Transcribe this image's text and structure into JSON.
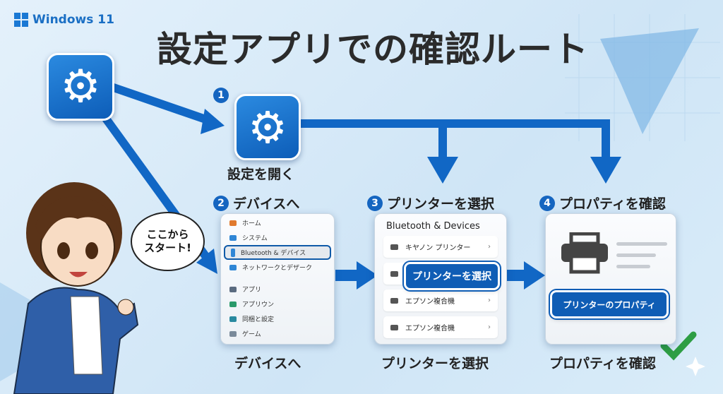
{
  "brand": "Windows 11",
  "title": "設定アプリでの確認ルート",
  "step1": {
    "num": "1",
    "label": "設定を開く"
  },
  "step2": {
    "num": "2",
    "label": "デバイスへ",
    "bottom": "デバイスへ",
    "nav": [
      "ホーム",
      "システム",
      "Bluetooth & デバイス",
      "ネットワークとデザーク",
      "アプリ",
      "アプリウン",
      "同梱と設定",
      "ゲーム"
    ]
  },
  "step3": {
    "num": "3",
    "label": "プリンターを選択",
    "bottom": "プリンターを選択",
    "panel_title": "Bluetooth & Devices",
    "rows": [
      "キヤノン プリンター",
      "",
      "エプソン複合機",
      "エプソン複合機"
    ],
    "highlight": "プリンターを選択"
  },
  "step4": {
    "num": "4",
    "label": "プロパティを確認",
    "bottom": "プロパティを確認",
    "button": "プリンターのプロパティ"
  },
  "bubble": {
    "line1": "ここから",
    "line2": "スタート!"
  },
  "colors": {
    "accent": "#1565c0",
    "check": "#2e9e44"
  }
}
